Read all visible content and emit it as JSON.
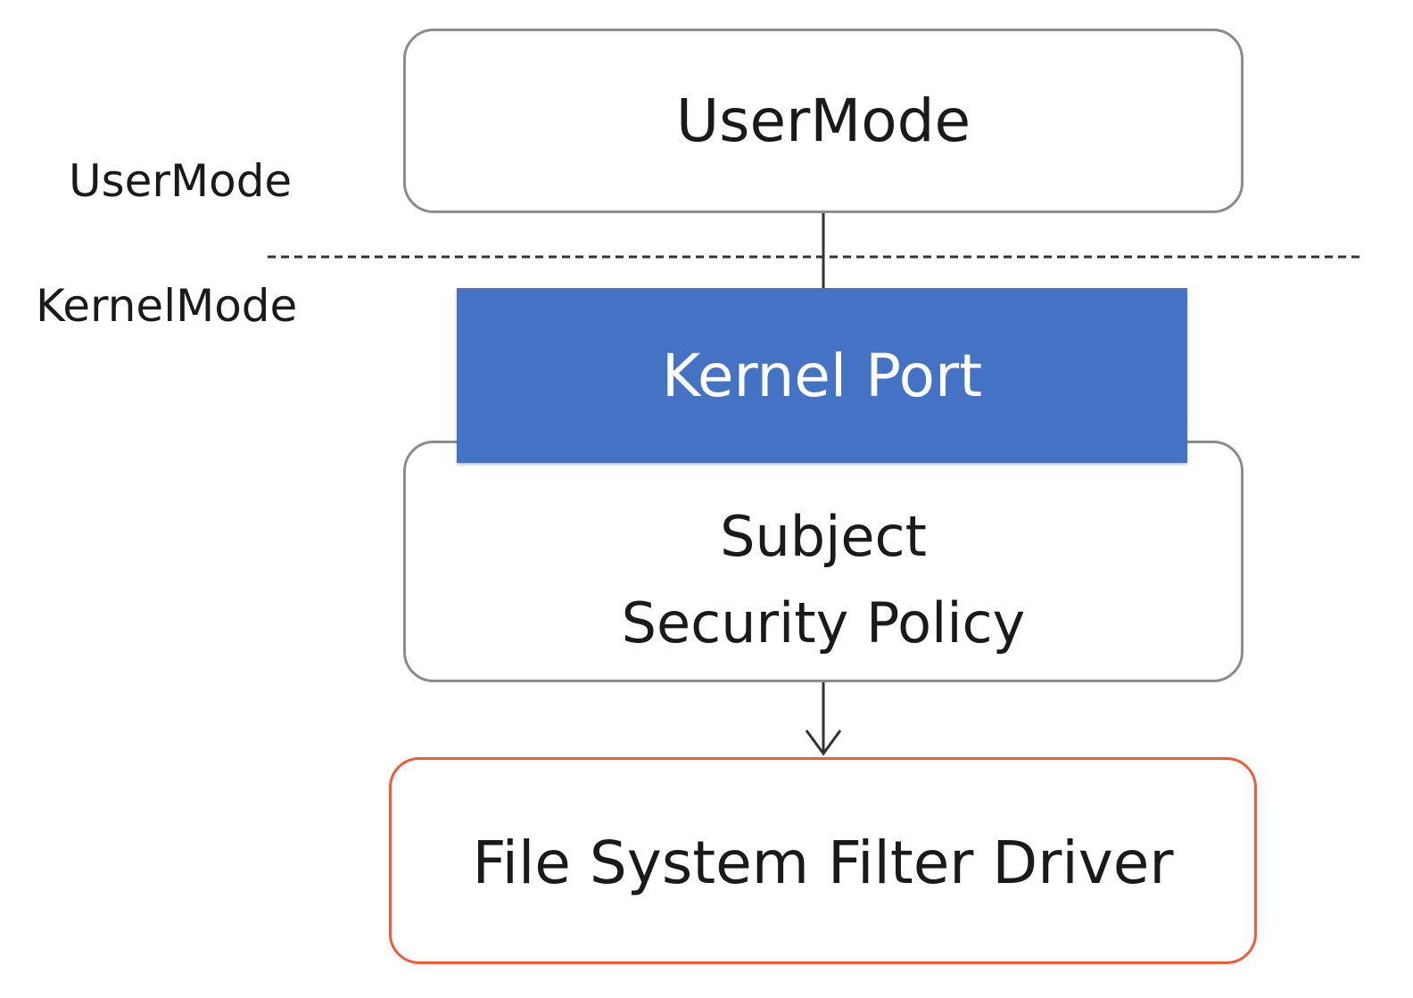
{
  "labels": {
    "user_mode": "UserMode",
    "kernel_mode": "KernelMode"
  },
  "boxes": {
    "usermode": "UserMode",
    "kernel_port": "Kernel Port",
    "subject_line1": "Subject",
    "subject_line2": "Security Policy",
    "driver": "File System Filter Driver"
  },
  "colors": {
    "kernel_port_fill": "#4472c4",
    "driver_border": "#f15b3a",
    "box_border": "#8c8c8c"
  }
}
